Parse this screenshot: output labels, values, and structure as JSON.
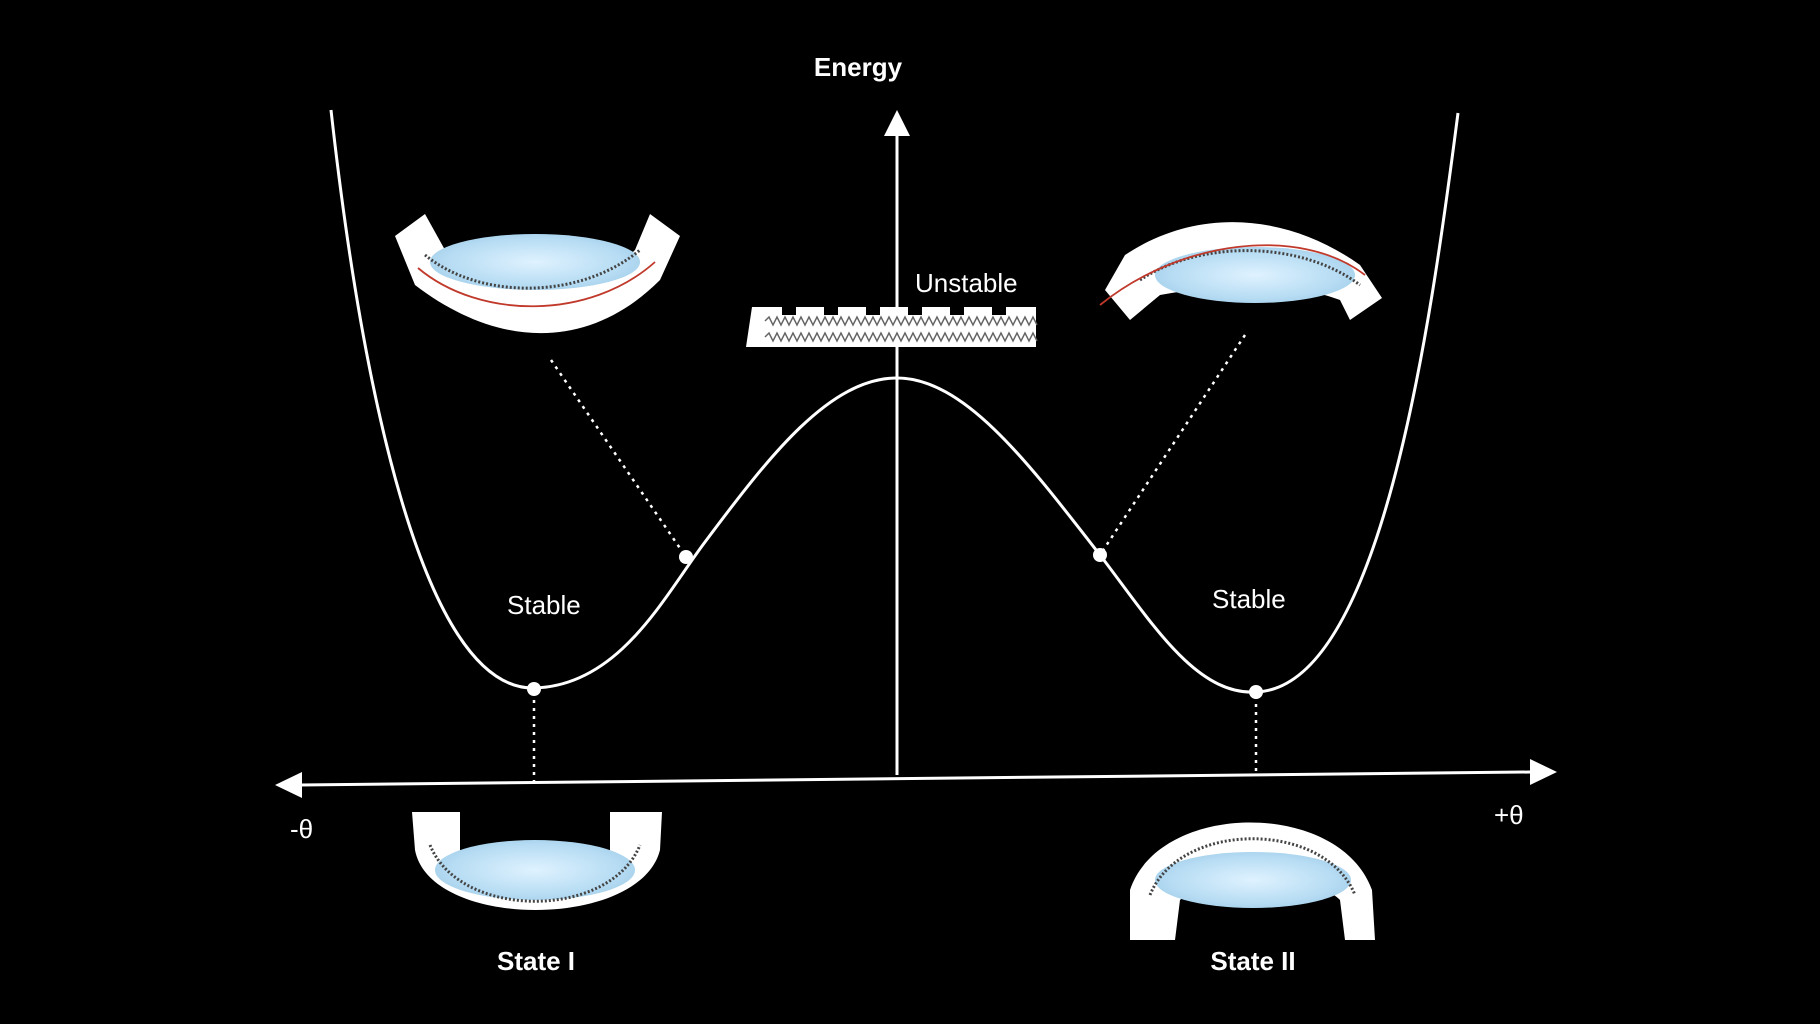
{
  "diagram": {
    "y_axis_label": "Energy",
    "x_axis_neg_label": "-θ",
    "x_axis_pos_label": "+θ",
    "peak_label": "Unstable",
    "left_well_label": "Stable",
    "right_well_label": "Stable",
    "state_left_label": "State I",
    "state_right_label": "State II"
  },
  "colors": {
    "background": "#000000",
    "line": "#ffffff",
    "fluid_center": "#d7efff",
    "fluid_edge": "#a8d5f0",
    "plate": "#ffffff",
    "coil": "#555555",
    "wire_red": "#c0392b"
  }
}
